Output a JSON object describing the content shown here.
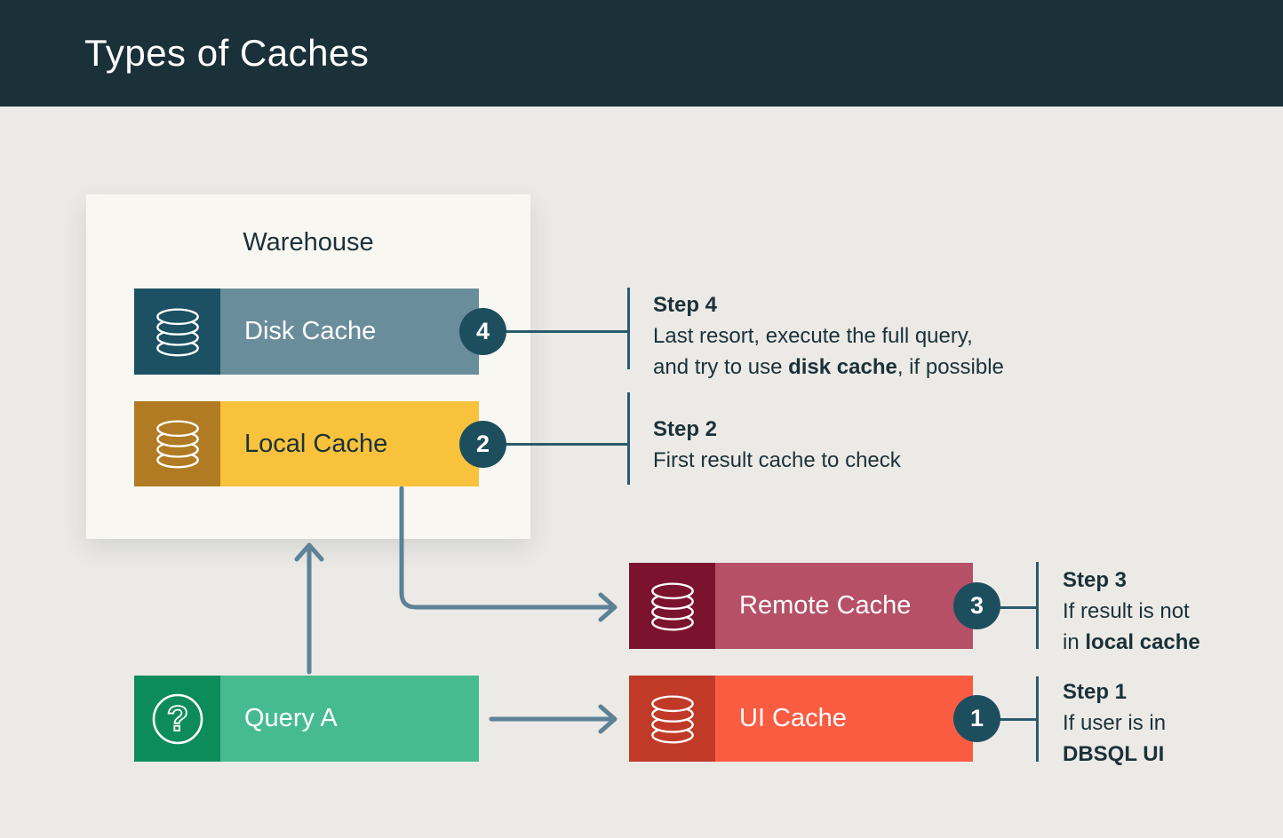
{
  "header": {
    "title": "Types of Caches"
  },
  "warehouse": {
    "label": "Warehouse"
  },
  "nodes": {
    "disk": {
      "label": "Disk Cache",
      "badge": "4",
      "icon": "database-icon",
      "icon_bg": "#1b5162",
      "body_bg": "#6a8d9b",
      "text_color": "#ffffff"
    },
    "local": {
      "label": "Local Cache",
      "badge": "2",
      "icon": "database-icon",
      "icon_bg": "#b07b23",
      "body_bg": "#f9c23c",
      "text_color": "#1b3139"
    },
    "remote": {
      "label": "Remote Cache",
      "badge": "3",
      "icon": "database-icon",
      "icon_bg": "#7b132f",
      "body_bg": "#b55066",
      "text_color": "#ffffff"
    },
    "ui": {
      "label": "UI Cache",
      "badge": "1",
      "icon": "database-icon",
      "icon_bg": "#c13a28",
      "body_bg": "#fa5c42",
      "text_color": "#ffffff"
    },
    "query": {
      "label": "Query A",
      "icon": "question-mark-icon",
      "icon_bg": "#0d8c5b",
      "body_bg": "#46bb92",
      "text_color": "#ffffff"
    }
  },
  "steps": {
    "step1": {
      "title": "Step 1",
      "lines": [
        [
          {
            "text": "If user is in"
          }
        ],
        [
          {
            "text": "DBSQL UI",
            "bold": true
          }
        ]
      ]
    },
    "step2": {
      "title": "Step 2",
      "lines": [
        [
          {
            "text": "First result cache to check"
          }
        ]
      ]
    },
    "step3": {
      "title": "Step 3",
      "lines": [
        [
          {
            "text": "If result is not"
          }
        ],
        [
          {
            "text": "in "
          },
          {
            "text": "local cache",
            "bold": true
          }
        ]
      ]
    },
    "step4": {
      "title": "Step 4",
      "lines": [
        [
          {
            "text": "Last resort, execute the full query,"
          }
        ],
        [
          {
            "text": "and try to use "
          },
          {
            "text": "disk cache",
            "bold": true
          },
          {
            "text": ", if possible"
          }
        ]
      ]
    }
  },
  "colors": {
    "header_bg": "#1b3139",
    "page_bg": "#eceae6",
    "panel_bg": "#f9f7f2",
    "badge_bg": "#1d4e5e",
    "arrow": "#5d8196",
    "connector": "#2a5a6d",
    "text_dark": "#1b3139"
  }
}
